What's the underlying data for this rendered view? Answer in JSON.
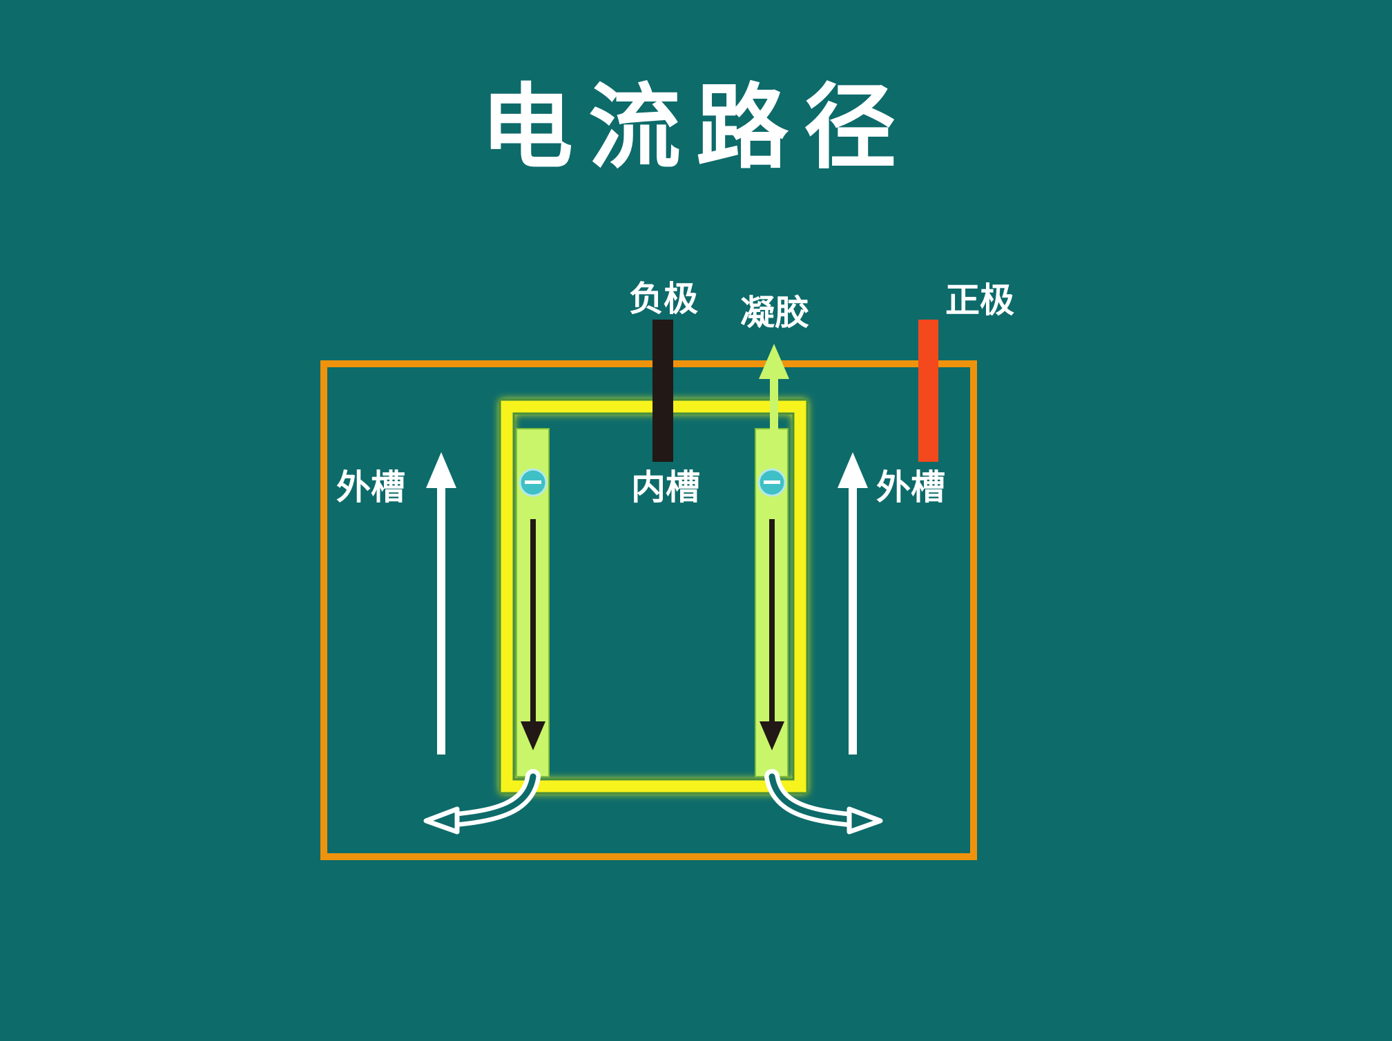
{
  "title": "电流路径",
  "labels": {
    "negative_electrode": "负极",
    "gel": "凝胶",
    "positive_electrode": "正极",
    "outer_tank_left": "外槽",
    "inner_tank": "内槽",
    "outer_tank_right": "外槽"
  },
  "colors": {
    "background": "#0d6b6a",
    "outer_tank_border": "#f0930c",
    "inner_tank_border": "#f7f31a",
    "gel_strip": "#c9f56b",
    "negative_electrode": "#221815",
    "positive_electrode": "#f4481d",
    "current_arrow": "#ffffff",
    "flow_arrow": "#221815",
    "gel_arrow": "#c9f56b",
    "charge_symbol": "#3ec0c6"
  },
  "charge_symbol": "−"
}
